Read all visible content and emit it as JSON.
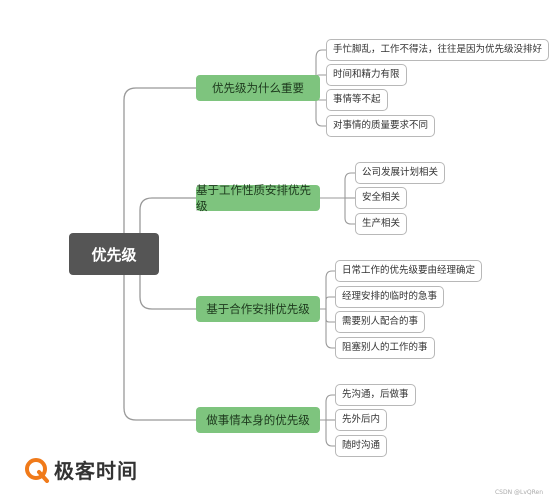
{
  "root": {
    "label": "优先级"
  },
  "branches": [
    {
      "label": "优先级为什么重要",
      "items": [
        "手忙脚乱，工作不得法，往往是因为优先级没排好",
        "时间和精力有限",
        "事情等不起",
        "对事情的质量要求不同"
      ]
    },
    {
      "label": "基于工作性质安排优先级",
      "items": [
        "公司发展计划相关",
        "安全相关",
        "生产相关"
      ]
    },
    {
      "label": "基于合作安排优先级",
      "items": [
        "日常工作的优先级要由经理确定",
        "经理安排的临时的急事",
        "需要别人配合的事",
        "阻塞别人的工作的事"
      ]
    },
    {
      "label": "做事情本身的优先级",
      "items": [
        "先沟通，后做事",
        "先外后内",
        "随时沟通"
      ]
    }
  ],
  "brand": {
    "name": "极客时间"
  },
  "watermark": {
    "text": "CSDN @LvQRen"
  },
  "colors": {
    "root_bg": "#555555",
    "branch_bg": "#7ec47e",
    "line": "#999999",
    "logo_orange": "#f07a1a"
  }
}
